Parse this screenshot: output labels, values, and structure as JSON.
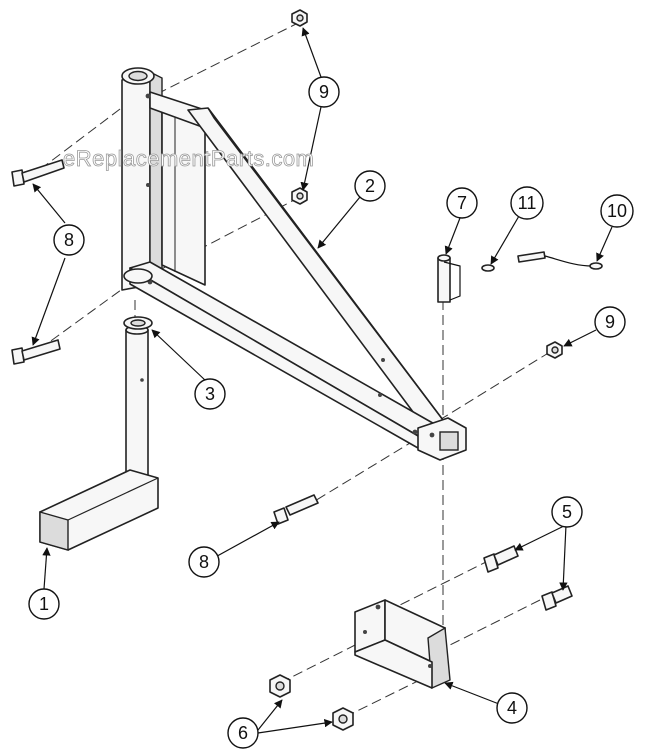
{
  "watermark": "eReplacementParts.com",
  "callouts": {
    "c1": "1",
    "c2": "2",
    "c3": "3",
    "c4": "4",
    "c5": "5",
    "c6": "6",
    "c7": "7",
    "c8a": "8",
    "c8b": "8",
    "c9a": "9",
    "c9b": "9",
    "c10": "10",
    "c11": "11"
  }
}
